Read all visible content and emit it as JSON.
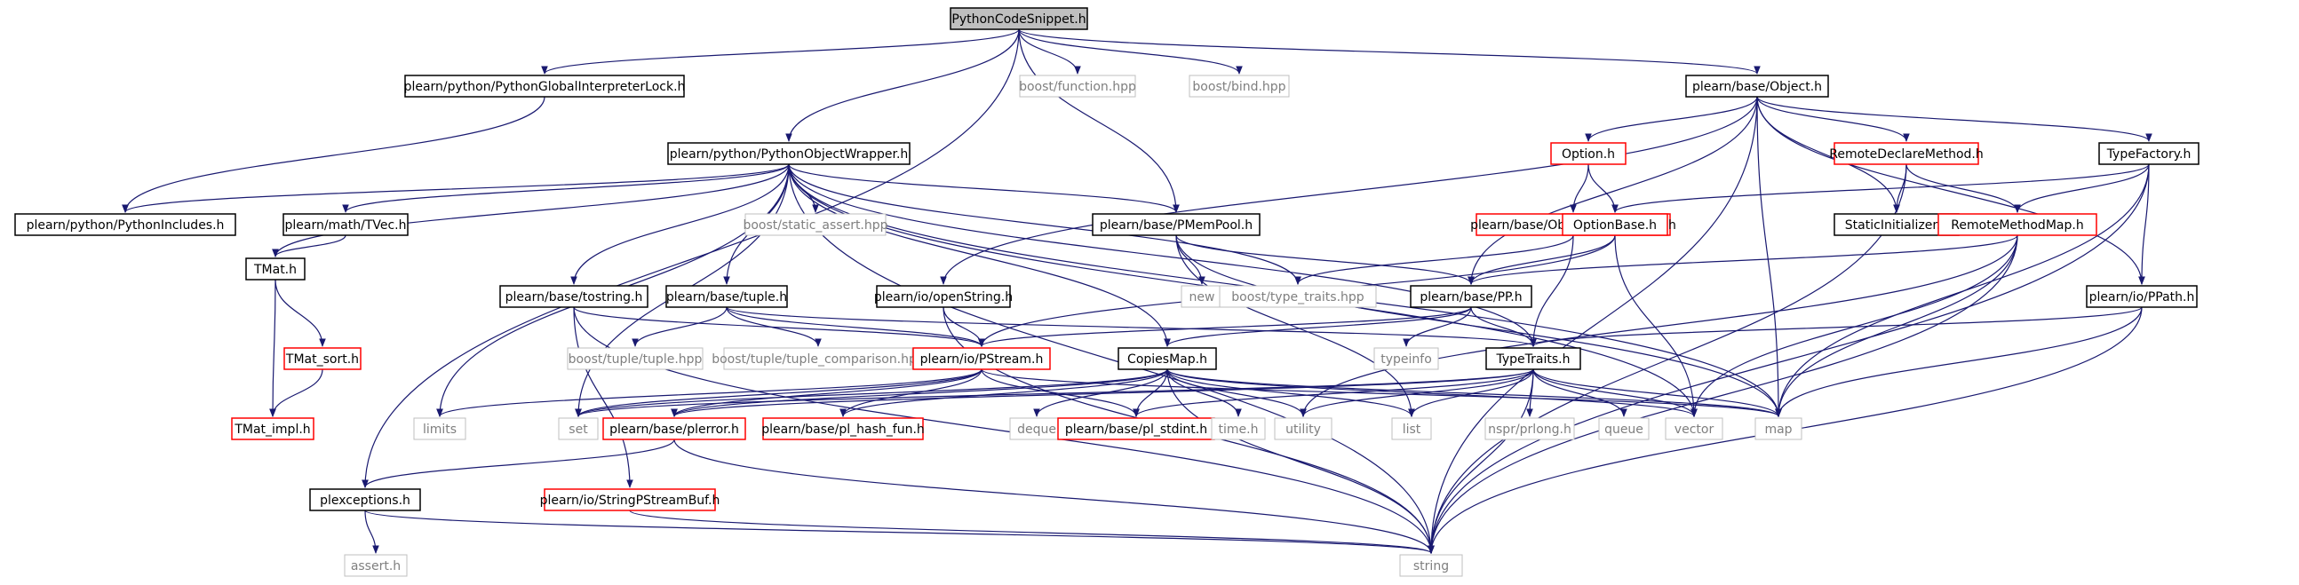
{
  "nodes": [
    {
      "id": "pcs",
      "label": "PythonCodeSnippet.h",
      "kind": "root"
    },
    {
      "id": "pgil",
      "label": "plearn/python/PythonGlobalInterpreterLock.h",
      "kind": "normal"
    },
    {
      "id": "bfun",
      "label": "boost/function.hpp",
      "kind": "external"
    },
    {
      "id": "bbind",
      "label": "boost/bind.hpp",
      "kind": "external"
    },
    {
      "id": "obj",
      "label": "plearn/base/Object.h",
      "kind": "normal"
    },
    {
      "id": "pow",
      "label": "plearn/python/PythonObjectWrapper.h",
      "kind": "normal"
    },
    {
      "id": "opt",
      "label": "Option.h",
      "kind": "truncated"
    },
    {
      "id": "rdm",
      "label": "RemoteDeclareMethod.h",
      "kind": "truncated"
    },
    {
      "id": "tf",
      "label": "TypeFactory.h",
      "kind": "normal"
    },
    {
      "id": "pinc",
      "label": "plearn/python/PythonIncludes.h",
      "kind": "normal"
    },
    {
      "id": "tvec",
      "label": "plearn/math/TVec.h",
      "kind": "normal"
    },
    {
      "id": "bsa",
      "label": "boost/static_assert.hpp",
      "kind": "external"
    },
    {
      "id": "pmp",
      "label": "plearn/base/PMemPool.h",
      "kind": "normal"
    },
    {
      "id": "oc",
      "label": "plearn/base/ObjectConversions.h",
      "kind": "truncated"
    },
    {
      "id": "ob",
      "label": "OptionBase.h",
      "kind": "truncated"
    },
    {
      "id": "si",
      "label": "StaticInitializer.h",
      "kind": "normal"
    },
    {
      "id": "rmm",
      "label": "RemoteMethodMap.h",
      "kind": "truncated"
    },
    {
      "id": "tmat",
      "label": "TMat.h",
      "kind": "normal"
    },
    {
      "id": "tostr",
      "label": "plearn/base/tostring.h",
      "kind": "normal"
    },
    {
      "id": "tuple",
      "label": "plearn/base/tuple.h",
      "kind": "normal"
    },
    {
      "id": "ostr",
      "label": "plearn/io/openString.h",
      "kind": "normal"
    },
    {
      "id": "new",
      "label": "new",
      "kind": "external"
    },
    {
      "id": "btt",
      "label": "boost/type_traits.hpp",
      "kind": "external"
    },
    {
      "id": "pp",
      "label": "plearn/base/PP.h",
      "kind": "normal"
    },
    {
      "id": "ppath",
      "label": "plearn/io/PPath.h",
      "kind": "normal"
    },
    {
      "id": "tmsort",
      "label": "TMat_sort.h",
      "kind": "truncated"
    },
    {
      "id": "btup",
      "label": "boost/tuple/tuple.hpp",
      "kind": "external"
    },
    {
      "id": "btupc",
      "label": "boost/tuple/tuple_comparison.hpp",
      "kind": "external"
    },
    {
      "id": "pstream",
      "label": "plearn/io/PStream.h",
      "kind": "truncated"
    },
    {
      "id": "cmap",
      "label": "CopiesMap.h",
      "kind": "normal"
    },
    {
      "id": "typeinfo",
      "label": "typeinfo",
      "kind": "external"
    },
    {
      "id": "tt",
      "label": "TypeTraits.h",
      "kind": "normal"
    },
    {
      "id": "tmimpl",
      "label": "TMat_impl.h",
      "kind": "truncated"
    },
    {
      "id": "limits",
      "label": "limits",
      "kind": "external"
    },
    {
      "id": "set",
      "label": "set",
      "kind": "external"
    },
    {
      "id": "plerr",
      "label": "plearn/base/plerror.h",
      "kind": "truncated"
    },
    {
      "id": "phash",
      "label": "plearn/base/pl_hash_fun.h",
      "kind": "truncated"
    },
    {
      "id": "deque",
      "label": "deque",
      "kind": "external"
    },
    {
      "id": "pstdint",
      "label": "plearn/base/pl_stdint.h",
      "kind": "truncated"
    },
    {
      "id": "timeh",
      "label": "time.h",
      "kind": "external"
    },
    {
      "id": "utility",
      "label": "utility",
      "kind": "external"
    },
    {
      "id": "list",
      "label": "list",
      "kind": "external"
    },
    {
      "id": "prlong",
      "label": "nspr/prlong.h",
      "kind": "external"
    },
    {
      "id": "queue",
      "label": "queue",
      "kind": "external"
    },
    {
      "id": "vector",
      "label": "vector",
      "kind": "external"
    },
    {
      "id": "map",
      "label": "map",
      "kind": "external"
    },
    {
      "id": "plexc",
      "label": "plexceptions.h",
      "kind": "normal"
    },
    {
      "id": "spsb",
      "label": "plearn/io/StringPStreamBuf.h",
      "kind": "truncated"
    },
    {
      "id": "assert",
      "label": "assert.h",
      "kind": "external"
    },
    {
      "id": "string",
      "label": "string",
      "kind": "external"
    }
  ],
  "edges": [
    [
      "pcs",
      "pgil"
    ],
    [
      "pcs",
      "bfun"
    ],
    [
      "pcs",
      "bbind"
    ],
    [
      "pcs",
      "obj"
    ],
    [
      "pcs",
      "pow"
    ],
    [
      "pcs",
      "pmp"
    ],
    [
      "pcs",
      "plexc"
    ],
    [
      "pgil",
      "pinc"
    ],
    [
      "obj",
      "ostr"
    ],
    [
      "obj",
      "opt"
    ],
    [
      "obj",
      "rdm"
    ],
    [
      "obj",
      "tf"
    ],
    [
      "obj",
      "pp"
    ],
    [
      "obj",
      "si"
    ],
    [
      "obj",
      "ppath"
    ],
    [
      "obj",
      "map"
    ],
    [
      "obj",
      "string"
    ],
    [
      "pow",
      "pinc"
    ],
    [
      "pow",
      "tvec"
    ],
    [
      "pow",
      "bsa"
    ],
    [
      "pow",
      "pmp"
    ],
    [
      "pow",
      "tmat"
    ],
    [
      "pow",
      "tostr"
    ],
    [
      "pow",
      "tuple"
    ],
    [
      "pow",
      "btt"
    ],
    [
      "pow",
      "cmap"
    ],
    [
      "pow",
      "tt"
    ],
    [
      "pow",
      "limits"
    ],
    [
      "pow",
      "set"
    ],
    [
      "pow",
      "vector"
    ],
    [
      "pow",
      "map"
    ],
    [
      "pow",
      "string"
    ],
    [
      "opt",
      "oc"
    ],
    [
      "opt",
      "ob"
    ],
    [
      "rdm",
      "si"
    ],
    [
      "rdm",
      "rmm"
    ],
    [
      "rdm",
      "string"
    ],
    [
      "tf",
      "ob"
    ],
    [
      "tf",
      "rmm"
    ],
    [
      "tf",
      "ppath"
    ],
    [
      "tf",
      "map"
    ],
    [
      "tf",
      "string"
    ],
    [
      "tvec",
      "tmat"
    ],
    [
      "pmp",
      "new"
    ],
    [
      "pmp",
      "pp"
    ],
    [
      "pmp",
      "list"
    ],
    [
      "pmp",
      "map"
    ],
    [
      "oc",
      "btt"
    ],
    [
      "oc",
      "tt"
    ],
    [
      "ob",
      "pp"
    ],
    [
      "ob",
      "pstream"
    ],
    [
      "ob",
      "vector"
    ],
    [
      "rmm",
      "pp"
    ],
    [
      "rmm",
      "utility"
    ],
    [
      "rmm",
      "vector"
    ],
    [
      "rmm",
      "map"
    ],
    [
      "rmm",
      "string"
    ],
    [
      "tmat",
      "tmsort"
    ],
    [
      "tmat",
      "tmimpl"
    ],
    [
      "tmsort",
      "tmimpl"
    ],
    [
      "tostr",
      "pstream"
    ],
    [
      "tostr",
      "spsb"
    ],
    [
      "tostr",
      "string"
    ],
    [
      "tuple",
      "btup"
    ],
    [
      "tuple",
      "btupc"
    ],
    [
      "tuple",
      "pstream"
    ],
    [
      "tuple",
      "tt"
    ],
    [
      "ostr",
      "pstream"
    ],
    [
      "ostr",
      "string"
    ],
    [
      "pp",
      "cmap"
    ],
    [
      "pp",
      "typeinfo"
    ],
    [
      "pp",
      "tt"
    ],
    [
      "pp",
      "pstream"
    ],
    [
      "ppath",
      "tt"
    ],
    [
      "ppath",
      "map"
    ],
    [
      "ppath",
      "string"
    ],
    [
      "pstream",
      "set"
    ],
    [
      "pstream",
      "plerr"
    ],
    [
      "pstream",
      "phash"
    ],
    [
      "pstream",
      "pstdint"
    ],
    [
      "pstream",
      "limits"
    ],
    [
      "pstream",
      "map"
    ],
    [
      "cmap",
      "set"
    ],
    [
      "cmap",
      "plerr"
    ],
    [
      "cmap",
      "phash"
    ],
    [
      "cmap",
      "deque"
    ],
    [
      "cmap",
      "pstdint"
    ],
    [
      "cmap",
      "timeh"
    ],
    [
      "cmap",
      "utility"
    ],
    [
      "cmap",
      "list"
    ],
    [
      "cmap",
      "vector"
    ],
    [
      "cmap",
      "map"
    ],
    [
      "cmap",
      "string"
    ],
    [
      "tt",
      "set"
    ],
    [
      "tt",
      "plerr"
    ],
    [
      "tt",
      "pstdint"
    ],
    [
      "tt",
      "utility"
    ],
    [
      "tt",
      "list"
    ],
    [
      "tt",
      "prlong"
    ],
    [
      "tt",
      "queue"
    ],
    [
      "tt",
      "vector"
    ],
    [
      "tt",
      "map"
    ],
    [
      "tt",
      "string"
    ],
    [
      "plerr",
      "plexc"
    ],
    [
      "plerr",
      "string"
    ],
    [
      "plexc",
      "assert"
    ],
    [
      "plexc",
      "string"
    ],
    [
      "spsb",
      "string"
    ]
  ],
  "colors": {
    "edge": "#191970",
    "normal_border": "#000000",
    "truncated_border": "#ff0000",
    "external_border": "#bfbfbf",
    "external_text": "#7f7f7f",
    "root_fill": "#bfbfbf"
  }
}
